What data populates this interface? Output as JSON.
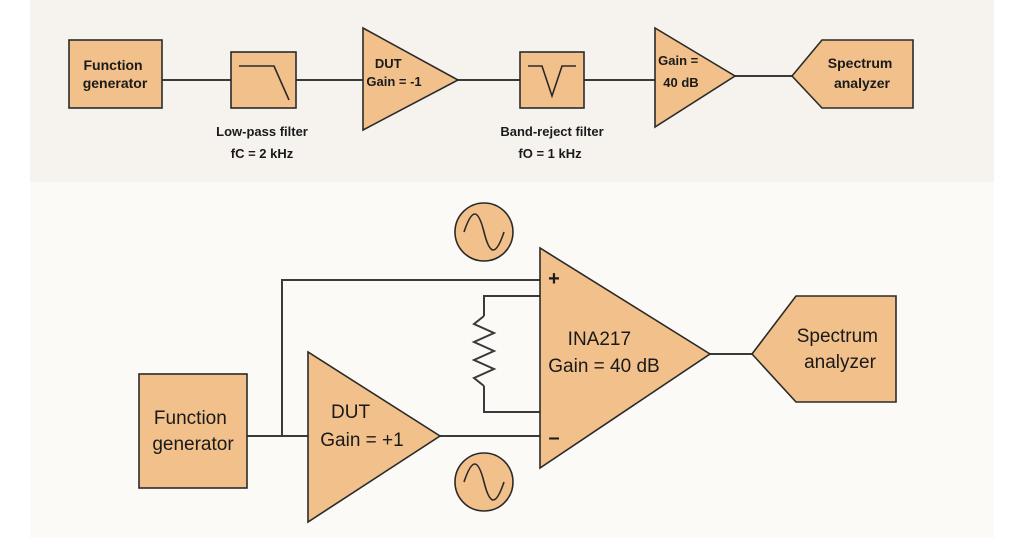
{
  "top": {
    "function_generator": [
      "Function",
      "generator"
    ],
    "lowpass_caption": "Low-pass filter",
    "lowpass_fc": "fC = 2 kHz",
    "dut": [
      "DUT",
      "Gain = -1"
    ],
    "bandreject_caption": "Band-reject filter",
    "bandreject_fo": "fO = 1 kHz",
    "gain_amp": [
      "Gain =",
      "40 dB"
    ],
    "spectrum_analyzer": [
      "Spectrum",
      "analyzer"
    ]
  },
  "bottom": {
    "function_generator": [
      "Function",
      "generator"
    ],
    "dut": [
      "DUT",
      "Gain = +1"
    ],
    "ina": [
      "INA217",
      "Gain = 40 dB"
    ],
    "plus": "+",
    "minus": "–",
    "spectrum_analyzer": [
      "Spectrum",
      "analyzer"
    ]
  },
  "colors": {
    "box_fill": "#f2c08a",
    "stroke": "#2a2a2a",
    "panel": "#f6f3ee"
  },
  "icons": [
    "lowpass-response-icon",
    "notch-response-icon",
    "sine-source-icon",
    "resistor-icon"
  ]
}
